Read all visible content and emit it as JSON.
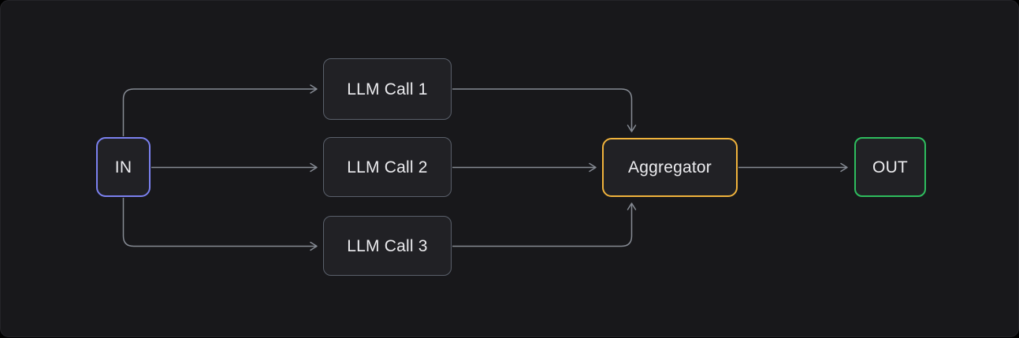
{
  "diagram": {
    "nodes": {
      "in": {
        "label": "IN"
      },
      "llm_call_1": {
        "label": "LLM Call 1"
      },
      "llm_call_2": {
        "label": "LLM Call 2"
      },
      "llm_call_3": {
        "label": "LLM Call 3"
      },
      "aggregator": {
        "label": "Aggregator"
      },
      "out": {
        "label": "OUT"
      }
    },
    "edges": [
      {
        "from": "in",
        "to": "llm_call_1"
      },
      {
        "from": "in",
        "to": "llm_call_2"
      },
      {
        "from": "in",
        "to": "llm_call_3"
      },
      {
        "from": "llm_call_1",
        "to": "aggregator"
      },
      {
        "from": "llm_call_2",
        "to": "aggregator"
      },
      {
        "from": "llm_call_3",
        "to": "aggregator"
      },
      {
        "from": "aggregator",
        "to": "out"
      }
    ],
    "colors": {
      "canvas_bg": "#18181b",
      "node_bg": "#212125",
      "node_border": "#5a606b",
      "in_border": "#7b81f0",
      "aggregator_border": "#f0b33c",
      "out_border": "#2ebd5e",
      "arrow": "#868b94",
      "text": "#ececef"
    }
  }
}
